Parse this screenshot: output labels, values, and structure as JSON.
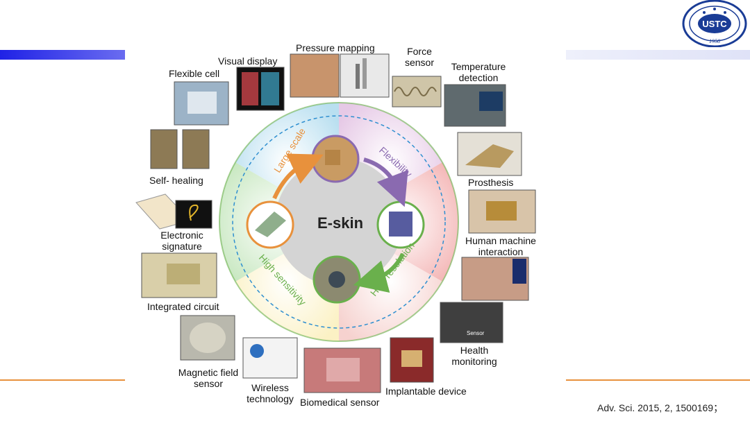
{
  "slide": {
    "logo": {
      "text": "USTC",
      "year": "1958",
      "primary_color": "#1a3c96"
    },
    "citation": "Adv. Sci. 2015, 2, 1500169；"
  },
  "diagram": {
    "center_label": "E-skin",
    "ring_labels": [
      "Large scale",
      "Flexibility",
      "High resolution",
      "High sensitivity"
    ],
    "ring_colors": {
      "large_scale": "#e8913c",
      "flexibility": "#8a6ab0",
      "high_resolution": "#6ab04c",
      "high_sensitivity": "#6ab04c"
    },
    "applications": [
      {
        "id": "pressure-mapping",
        "label": "Pressure mapping"
      },
      {
        "id": "visual-display",
        "label": "Visual display"
      },
      {
        "id": "force-sensor",
        "label": "Force sensor"
      },
      {
        "id": "temperature-detection",
        "label": "Temperature detection"
      },
      {
        "id": "flexible-cell",
        "label": "Flexible cell"
      },
      {
        "id": "self-healing",
        "label": "Self- healing"
      },
      {
        "id": "prosthesis",
        "label": "Prosthesis"
      },
      {
        "id": "electronic-signature",
        "label": "Electronic signature"
      },
      {
        "id": "human-machine-interaction",
        "label": "Human machine interaction"
      },
      {
        "id": "integrated-circuit",
        "label": "Integrated circuit"
      },
      {
        "id": "health-monitoring",
        "label": "Health monitoring"
      },
      {
        "id": "magnetic-field-sensor",
        "label": "Magnetic field sensor"
      },
      {
        "id": "wireless-technology",
        "label": "Wireless technology"
      },
      {
        "id": "biomedical-sensor",
        "label": "Biomedical sensor"
      },
      {
        "id": "implantable-device",
        "label": "Implantable device"
      }
    ]
  }
}
